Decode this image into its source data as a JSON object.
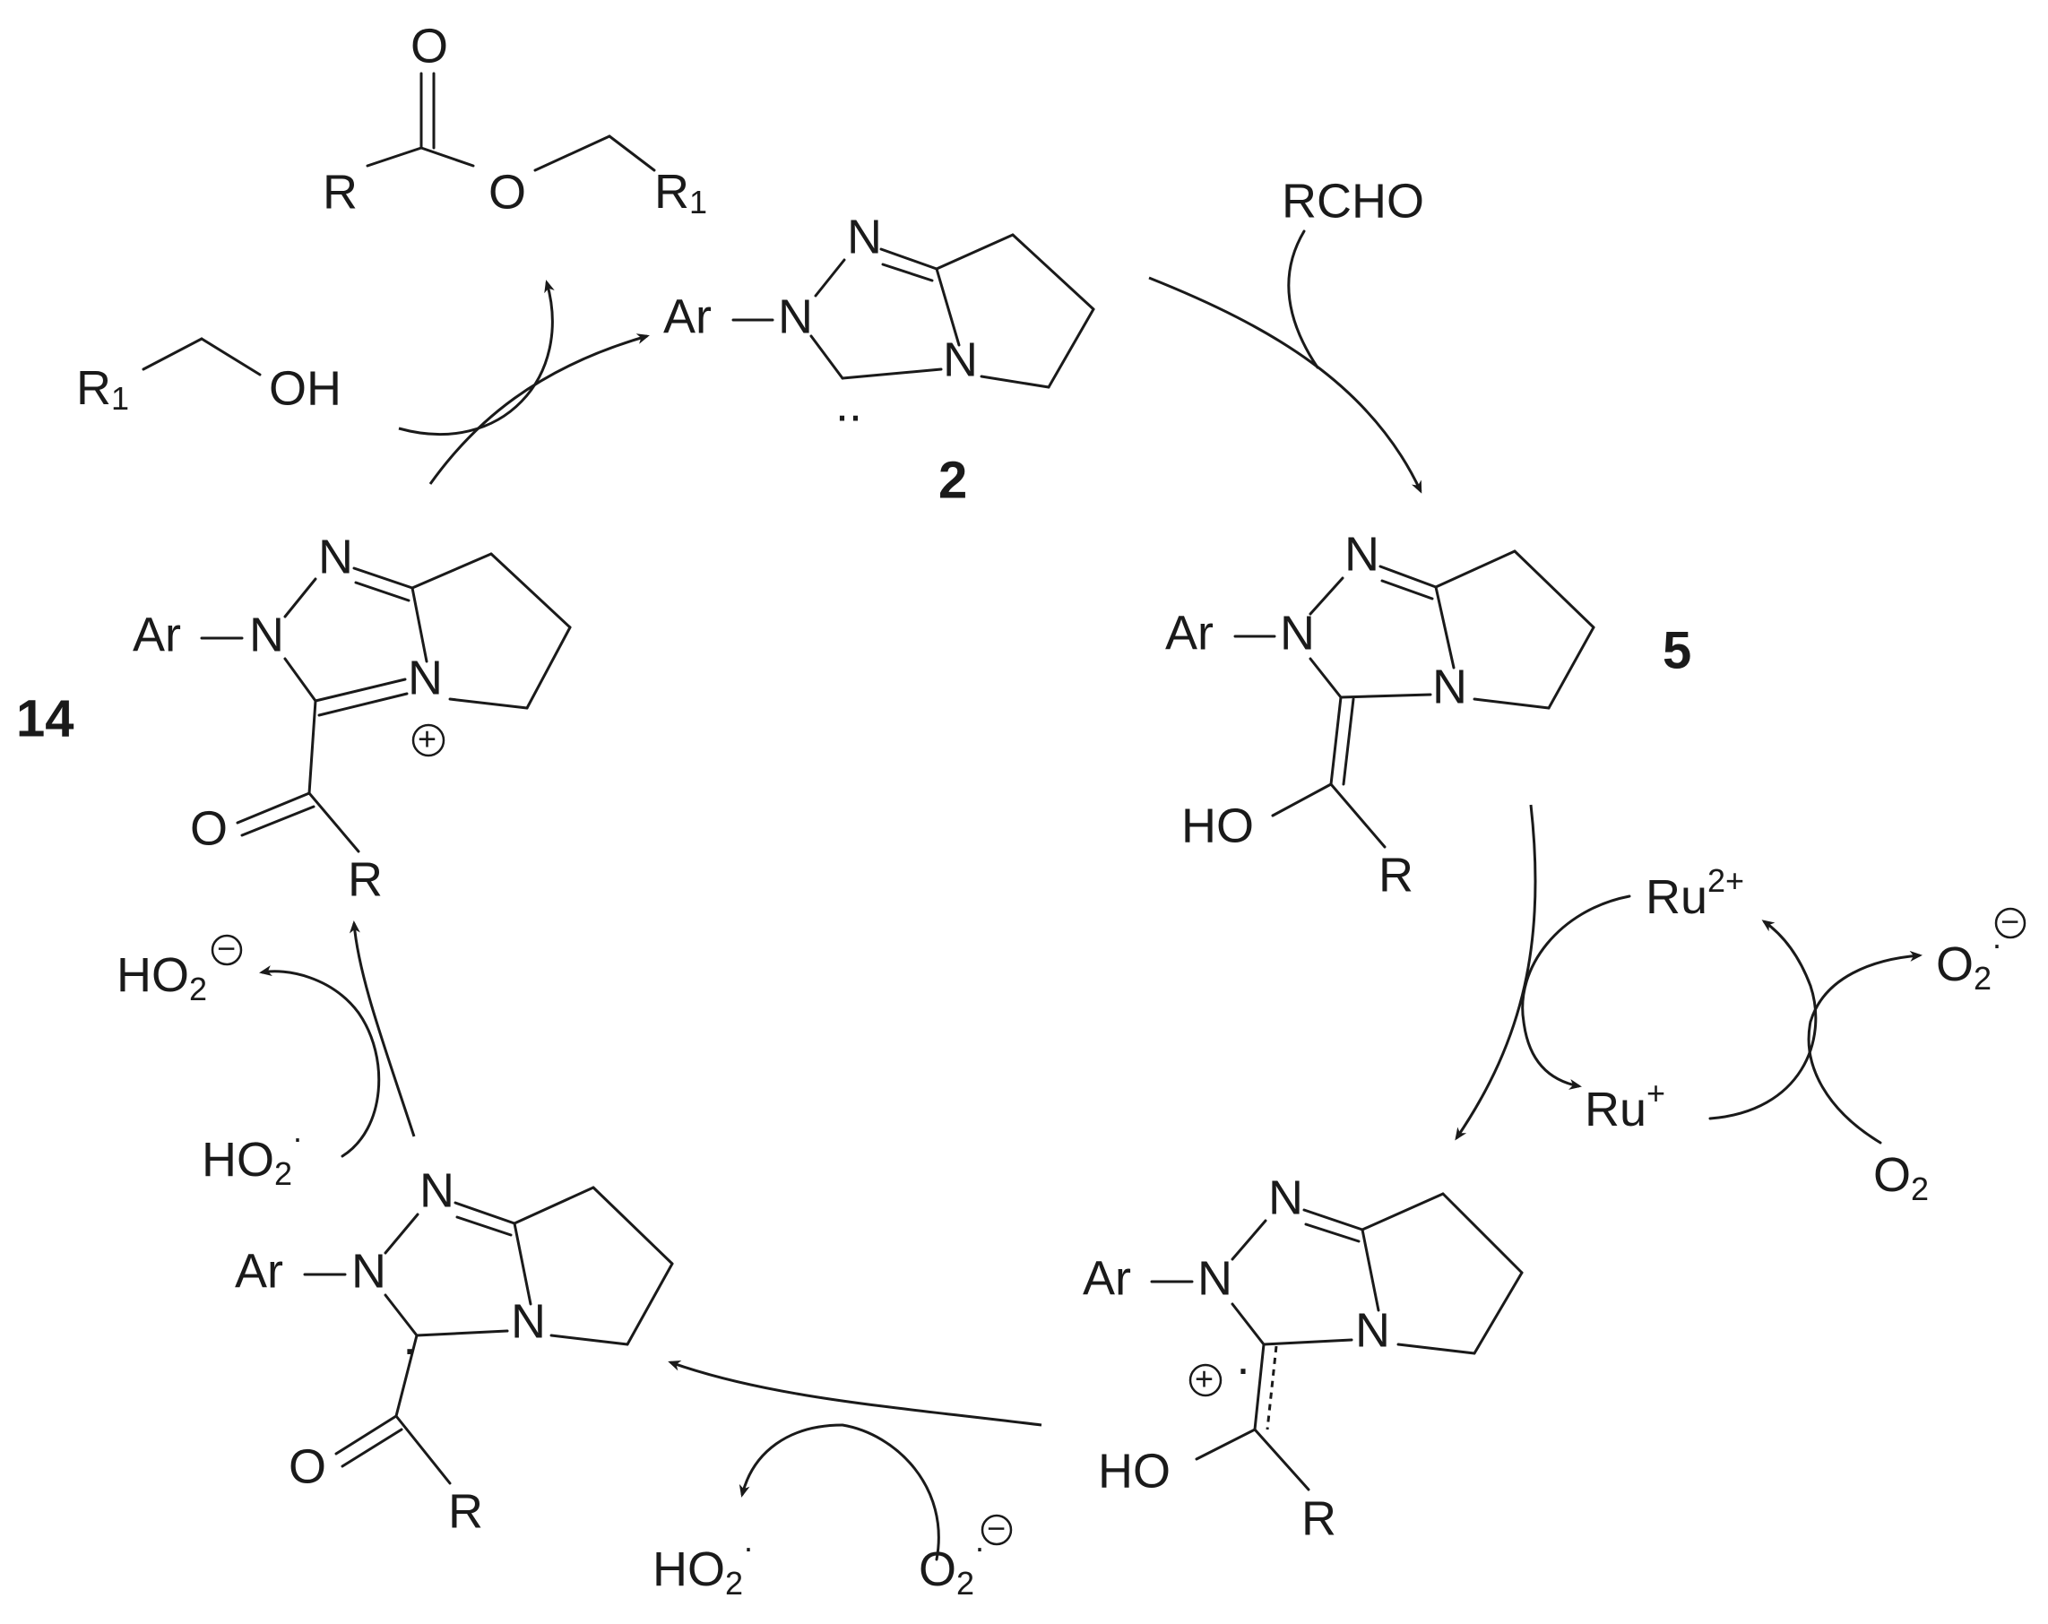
{
  "labels": {
    "ar": "Ar",
    "n": "N",
    "r": "R",
    "r1": "R",
    "r1_sub": "1",
    "o": "O",
    "oh": "OH",
    "ho": "HO",
    "rcho": "RCHO",
    "ru": "Ru",
    "ru2_sup": "2+",
    "ru1_sup": "+",
    "ho2": "HO",
    "o2": "O",
    "sub2": "2",
    "plus": "+",
    "minus": "−",
    "radical_dot": "·",
    "carbene_dots": ".."
  },
  "compounds": {
    "carbene": "2",
    "enol": "5",
    "acyl_azolium": "14"
  }
}
